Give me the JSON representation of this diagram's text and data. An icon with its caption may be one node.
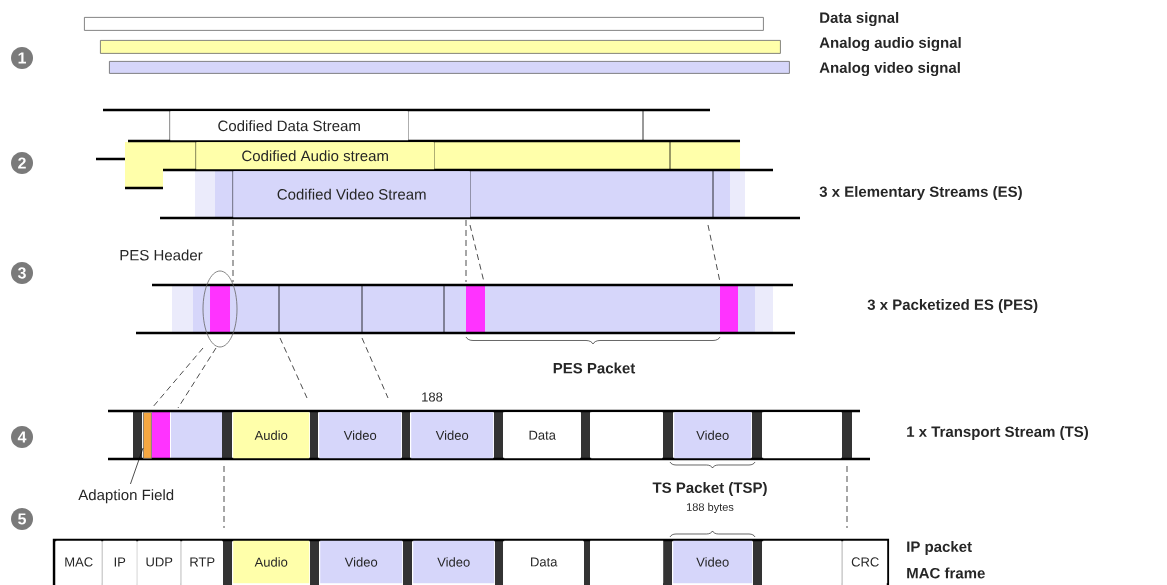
{
  "diagram": {
    "nodes": [
      {
        "text": [],
        "shape": "bar"
      },
      {
        "text": [],
        "shape": "bar"
      },
      {
        "text": [],
        "shape": "bar"
      },
      {
        "text": [
          "Codified Data Stream"
        ]
      },
      {
        "text": [
          "Codified Audio stream"
        ]
      },
      {
        "text": [
          "Codified Video Stream"
        ]
      },
      {
        "text": [],
        "shape": "bar"
      },
      {
        "text": [
          "Audio"
        ]
      },
      {
        "text": [
          "Video"
        ]
      },
      {
        "text": [
          "Video"
        ]
      },
      {
        "text": [
          "Data"
        ]
      },
      {
        "text": [],
        "shape": "box"
      },
      {
        "text": [
          "Video"
        ]
      },
      {
        "text": [],
        "shape": "box"
      },
      {
        "text": [
          "Adaption Field"
        ]
      },
      {
        "text": [
          "MAC"
        ]
      },
      {
        "text": [
          "IP"
        ]
      },
      {
        "text": [
          "UDP"
        ]
      },
      {
        "text": [
          "RTP"
        ]
      },
      {
        "text": [
          "Audio"
        ]
      },
      {
        "text": [
          "Video"
        ]
      },
      {
        "text": [
          "Video"
        ]
      },
      {
        "text": [
          "Data"
        ]
      },
      {
        "text": [],
        "shape": "box"
      },
      {
        "text": [
          "Video"
        ]
      },
      {
        "text": [],
        "shape": "box"
      },
      {
        "text": [
          "CRC"
        ]
      }
    ],
    "edges": [
      {
        "from": 14,
        "to": 6,
        "arrow": "none"
      }
    ],
    "labels": [
      "1",
      "Data signal",
      "Analog audio signal",
      "Analog video signal",
      "2",
      "3 x Elementary Streams (ES)",
      "PES Header",
      "3",
      "3 x Packetized ES (PES)",
      "PES Packet",
      "188",
      "4",
      "1 x Transport Stream (TS)",
      "TS Packet (TSP)",
      "188 bytes",
      "5",
      "IP packet",
      "MAC frame"
    ]
  }
}
